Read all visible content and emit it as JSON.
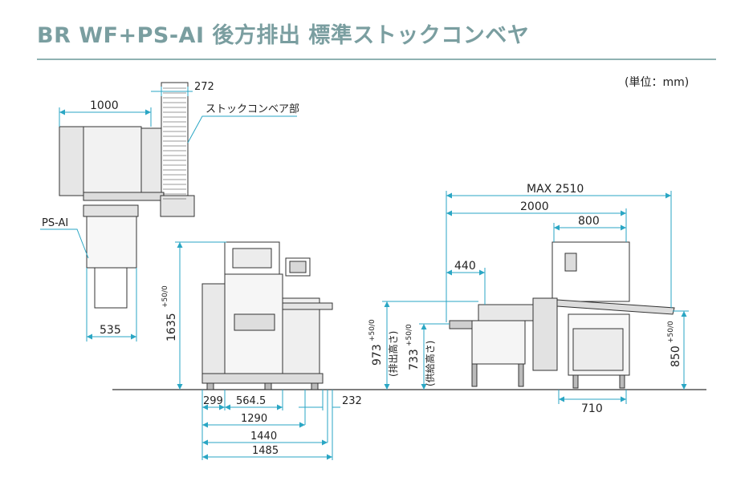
{
  "title": "BR WF+PS-AI 後方排出 標準ストックコンベヤ",
  "unit_note": "(単位：mm)",
  "colors": {
    "title": "#7a9ea0",
    "dimension": "#2aa6c4",
    "machine": "#333333",
    "panel": "#e8e8e8"
  },
  "top_view": {
    "width_1000": "1000",
    "conveyor_272": "272",
    "stock_conveyor_label": "ストックコンベア部",
    "ps_ai_label": "PS-AI",
    "depth_535": "535"
  },
  "front_view": {
    "height_1635": "1635",
    "height_1635_tol": "+50/0",
    "d299": "299",
    "d564_5": "564.5",
    "d232": "232",
    "d1290": "1290",
    "d1440": "1440",
    "d1485": "1485"
  },
  "side_view": {
    "max_2510": "MAX 2510",
    "d2000": "2000",
    "d800": "800",
    "d440": "440",
    "h973": "973",
    "h973_tol": "+50/0",
    "h973_note": "(排出高さ)",
    "h733": "733",
    "h733_tol": "+50/0",
    "h733_note": "(供給高さ)",
    "h850": "850",
    "h850_tol": "+50/0",
    "d710": "710"
  }
}
